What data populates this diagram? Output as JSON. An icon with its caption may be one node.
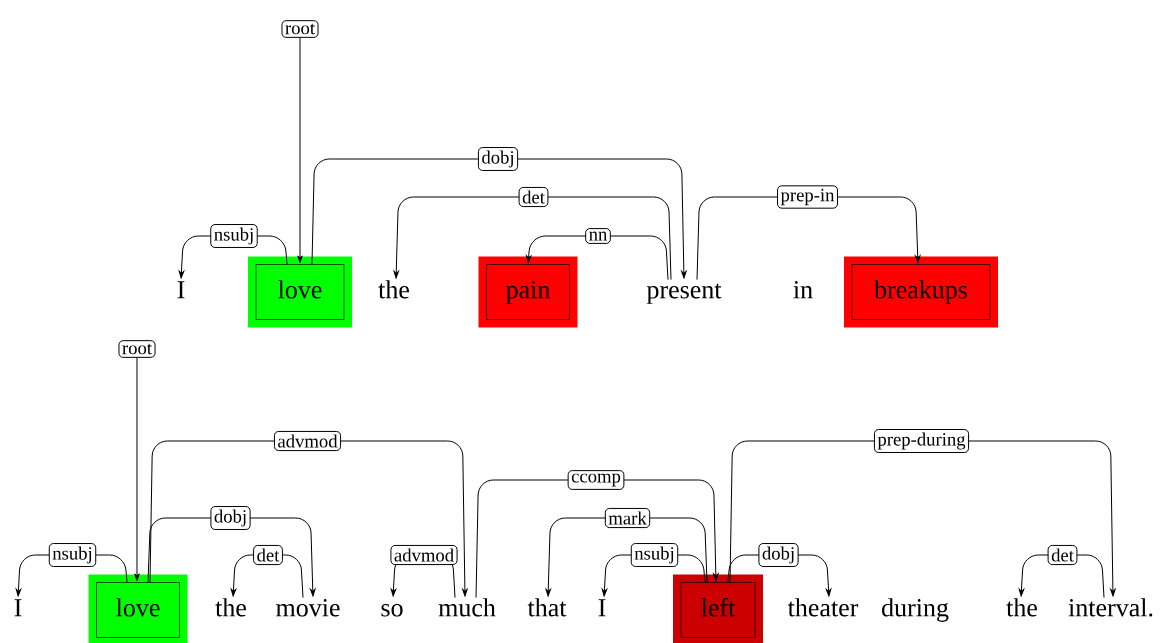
{
  "diagram": {
    "nodes": [
      {
        "text": [
          "I"
        ]
      },
      {
        "text": [
          "love"
        ]
      },
      {
        "text": [
          "the"
        ]
      },
      {
        "text": [
          "pain"
        ]
      },
      {
        "text": [
          "present"
        ]
      },
      {
        "text": [
          "in"
        ]
      },
      {
        "text": [
          "breakups"
        ]
      },
      {
        "text": [
          "I"
        ]
      },
      {
        "text": [
          "love"
        ]
      },
      {
        "text": [
          "the"
        ]
      },
      {
        "text": [
          "movie"
        ]
      },
      {
        "text": [
          "so"
        ]
      },
      {
        "text": [
          "much"
        ]
      },
      {
        "text": [
          "that"
        ]
      },
      {
        "text": [
          "I"
        ]
      },
      {
        "text": [
          "left"
        ]
      },
      {
        "text": [
          "theater"
        ]
      },
      {
        "text": [
          "during"
        ]
      },
      {
        "text": [
          "the"
        ]
      },
      {
        "text": [
          "interval."
        ]
      }
    ],
    "edges": [
      {
        "from": null,
        "to": 1,
        "arrow": "to",
        "label": "root"
      },
      {
        "from": 1,
        "to": 0,
        "arrow": "to",
        "label": "nsubj"
      },
      {
        "from": 1,
        "to": 4,
        "arrow": "to",
        "label": "dobj"
      },
      {
        "from": 4,
        "to": 2,
        "arrow": "to",
        "label": "det"
      },
      {
        "from": 4,
        "to": 3,
        "arrow": "to",
        "label": "nn"
      },
      {
        "from": 4,
        "to": 6,
        "arrow": "to",
        "label": "prep-in"
      },
      {
        "from": null,
        "to": 8,
        "arrow": "to",
        "label": "root"
      },
      {
        "from": 8,
        "to": 7,
        "arrow": "to",
        "label": "nsubj"
      },
      {
        "from": 8,
        "to": 12,
        "arrow": "to",
        "label": "advmod"
      },
      {
        "from": 8,
        "to": 10,
        "arrow": "to",
        "label": "dobj"
      },
      {
        "from": 10,
        "to": 9,
        "arrow": "to",
        "label": "det"
      },
      {
        "from": 12,
        "to": 11,
        "arrow": "to",
        "label": "advmod"
      },
      {
        "from": 12,
        "to": 15,
        "arrow": "to",
        "label": "ccomp"
      },
      {
        "from": 15,
        "to": 13,
        "arrow": "to",
        "label": "mark"
      },
      {
        "from": 15,
        "to": 14,
        "arrow": "to",
        "label": "nsubj"
      },
      {
        "from": 15,
        "to": 16,
        "arrow": "to",
        "label": "dobj"
      },
      {
        "from": 15,
        "to": 19,
        "arrow": "to",
        "label": "prep-during"
      },
      {
        "from": 19,
        "to": 18,
        "arrow": "to",
        "label": "det"
      }
    ]
  }
}
